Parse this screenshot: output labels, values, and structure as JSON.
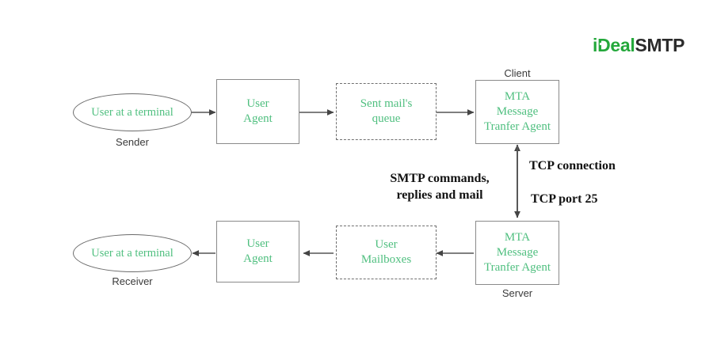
{
  "logo": {
    "part_green_1": "i",
    "part_green_d": "D",
    "part_green_2": "eal",
    "part_dark": "SMTP",
    "green": "#24a83b",
    "dark": "#2b2b2b"
  },
  "diagram": {
    "accent_text_color": "#4fbf7f",
    "line_color": "#555555",
    "nodes": {
      "sender_terminal": "User at a terminal",
      "sender_caption": "Sender",
      "sender_user_agent": "User\nAgent",
      "sender_user_agent_line1": "User",
      "sender_user_agent_line2": "Agent",
      "sent_queue_line1": "Sent mail's",
      "sent_queue_line2": "queue",
      "client_caption": "Client",
      "client_mta_line1": "MTA",
      "client_mta_line2": "Message",
      "client_mta_line3": "Tranfer Agent",
      "receiver_terminal": "User at a terminal",
      "receiver_caption": "Receiver",
      "receiver_user_agent_line1": "User",
      "receiver_user_agent_line2": "Agent",
      "mailboxes_line1": "User",
      "mailboxes_line2": "Mailboxes",
      "server_caption": "Server",
      "server_mta_line1": "MTA",
      "server_mta_line2": "Message",
      "server_mta_line3": "Tranfer Agent"
    },
    "annotations": {
      "smtp_line1": "SMTP commands,",
      "smtp_line2": "replies and mail",
      "tcp_connection": "TCP connection",
      "tcp_port": "TCP port 25"
    }
  }
}
